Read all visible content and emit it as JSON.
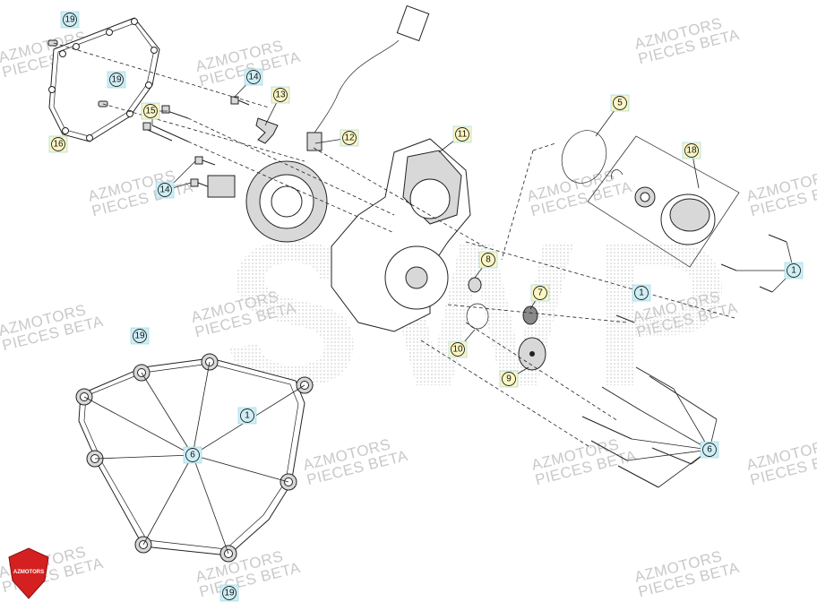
{
  "watermark": {
    "line1": "AZMOTORS",
    "line2": "PIECES BETA"
  },
  "logo": {
    "text": "AZMOTORS",
    "color": "#d42020"
  },
  "background_letters": "SWP",
  "callouts": [
    {
      "id": "c19a",
      "label": "19",
      "bg": "#cfeff6"
    },
    {
      "id": "c19b",
      "label": "19",
      "bg": "#cfeff6"
    },
    {
      "id": "c16",
      "label": "16",
      "bg": "#fbf6c4"
    },
    {
      "id": "c15",
      "label": "15",
      "bg": "#fbf6c4"
    },
    {
      "id": "c14a",
      "label": "14",
      "bg": "#cfeff6"
    },
    {
      "id": "c13",
      "label": "13",
      "bg": "#fbf6c4"
    },
    {
      "id": "c14b",
      "label": "14",
      "bg": "#cfeff6"
    },
    {
      "id": "c12",
      "label": "12",
      "bg": "#fbf6c4"
    },
    {
      "id": "c11",
      "label": "11",
      "bg": "#fbf6c4"
    },
    {
      "id": "c5",
      "label": "5",
      "bg": "#fbf6c4"
    },
    {
      "id": "c18",
      "label": "18",
      "bg": "#fbf6c4"
    },
    {
      "id": "c8",
      "label": "8",
      "bg": "#fbf6c4"
    },
    {
      "id": "c7",
      "label": "7",
      "bg": "#fbf6c4"
    },
    {
      "id": "c1a",
      "label": "1",
      "bg": "#cfeff6"
    },
    {
      "id": "c1b",
      "label": "1",
      "bg": "#cfeff6"
    },
    {
      "id": "c10",
      "label": "10",
      "bg": "#fbf6c4"
    },
    {
      "id": "c9",
      "label": "9",
      "bg": "#fbf6c4"
    },
    {
      "id": "c19c",
      "label": "19",
      "bg": "#cfeff6"
    },
    {
      "id": "c1c",
      "label": "1",
      "bg": "#cfeff6"
    },
    {
      "id": "c6a",
      "label": "6",
      "bg": "#cfeff6"
    },
    {
      "id": "c6b",
      "label": "6",
      "bg": "#cfeff6"
    },
    {
      "id": "c19d",
      "label": "19",
      "bg": "#cfeff6"
    }
  ]
}
